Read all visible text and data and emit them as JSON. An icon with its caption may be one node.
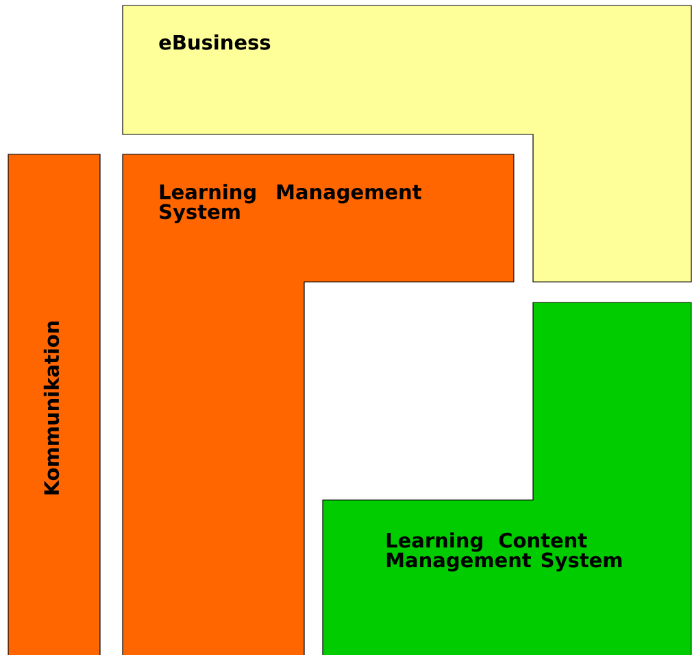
{
  "diagram": {
    "nodes": [
      {
        "text": [
          "eBusiness"
        ]
      },
      {
        "text": [
          "Kommunikation"
        ]
      },
      {
        "text": [
          "Learning Management System"
        ]
      },
      {
        "text": [
          "Learning Content Management System"
        ]
      }
    ]
  }
}
